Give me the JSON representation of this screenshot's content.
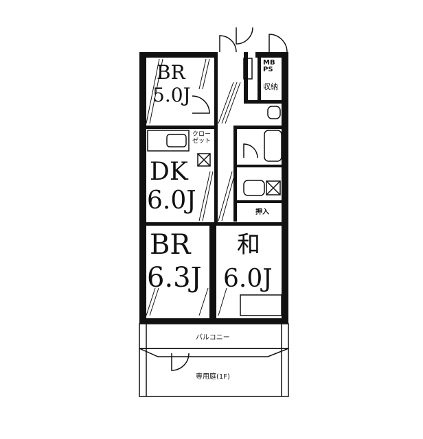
{
  "rooms": {
    "br1": {
      "type": "BR",
      "size": "5.0J"
    },
    "dk": {
      "type": "DK",
      "size": "6.0J"
    },
    "br2": {
      "type": "BR",
      "size": "6.3J"
    },
    "washitsu": {
      "type": "和",
      "size": "6.0J"
    }
  },
  "labels": {
    "mbps_top": "MB",
    "mbps_bottom": "PS",
    "storage": "収納",
    "closet_top": "クロー",
    "closet_bottom": "ゼット",
    "oshiire": "押入",
    "balcony": "バルコニー",
    "private_garden": "専用庭(1F)"
  },
  "colors": {
    "wall": "#111111",
    "background": "#ffffff"
  }
}
